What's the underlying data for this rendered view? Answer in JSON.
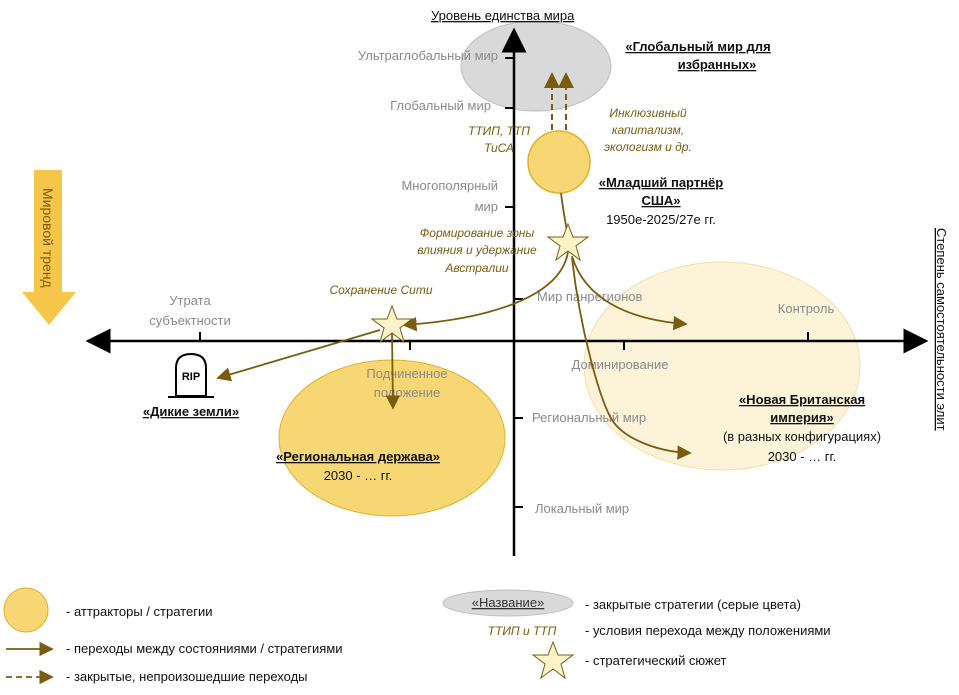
{
  "axes": {
    "y_title": "Уровень единства мира",
    "x_title": "Степень самостоятельности элит",
    "trend_label": "Мировой тренд",
    "y_levels": {
      "ultra": "Ультраглобальный мир",
      "global": "Глобальный мир",
      "multipolar_1": "Многополярный",
      "multipolar_2": "мир",
      "panregions": "Мир панрегионов",
      "regional": "Региональный мир",
      "local": "Локальный  мир"
    },
    "x_levels": {
      "loss_1": "Утрата",
      "loss_2": "субъектности",
      "subordinate_1": "Подчиненное",
      "subordinate_2": "положение",
      "domination": "Доминирование",
      "control": "Контроль"
    }
  },
  "states": {
    "global_elite_1": "«Глобальный мир для",
    "global_elite_2": "избранных»",
    "junior_partner_1": "«Младший партнёр",
    "junior_partner_2": "США»",
    "junior_partner_period": "1950е-2025/27е  гг.",
    "regional_power": "«Региональная держава»",
    "regional_power_period": "2030 - … гг.",
    "new_empire_1": "«Новая Британская",
    "new_empire_2": "империя»",
    "new_empire_note": "(в разных конфигурациях)",
    "new_empire_period": "2030 - … гг.",
    "wild_lands": "«Дикие земли»",
    "rip": "RIP"
  },
  "conditions": {
    "ttip_1": "ТТИП, ТТП",
    "ttip_2": "ТиСА",
    "inclusive_1": "Инклюзивный",
    "inclusive_2": "капитализм,",
    "inclusive_3": "экологизм и др.",
    "zone_1": "Формирование зоны",
    "zone_2": "влияния и удержание",
    "zone_3": "Австралии",
    "city": "Сохранение Сити"
  },
  "legend": {
    "attractors": "- аттракторы  / стратегии",
    "transitions": "- переходы между состояниями / стратегиями",
    "closed_transitions": "- закрытые, непроизошедшие переходы",
    "name_example": "«Название»",
    "closed_strategies": "- закрытые стратегии (серые цвета)",
    "cond_example": "ТТИП и ТТП",
    "conditions": "- условия перехода между положениями",
    "plot": "- стратегический сюжет"
  },
  "colors": {
    "attractor": "#f7d774",
    "attractor_stroke": "#e0b030",
    "attractor_light": "#fdf3d8",
    "arrow": "#7a5c10",
    "closed": "#d9d9d9",
    "trend": "#f6c64a"
  }
}
